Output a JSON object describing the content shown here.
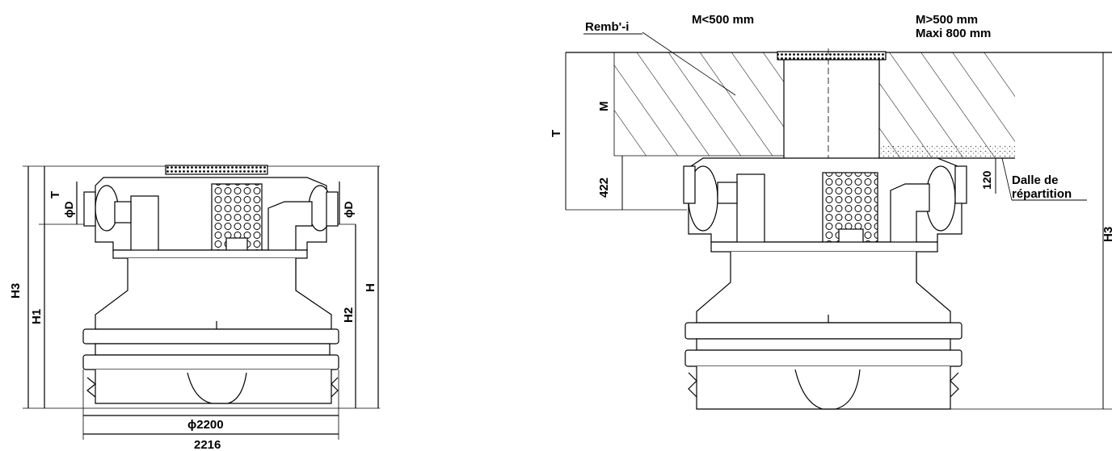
{
  "left_view": {
    "dim_T": "T",
    "dim_phiD_left": "ϕD",
    "dim_phiD_right": "ϕD",
    "dim_H3": "H3",
    "dim_H1": "H1",
    "dim_H2": "H2",
    "dim_H": "H",
    "dim_diameter": "ϕ2200",
    "dim_width": "2216"
  },
  "right_view": {
    "label_remblai": "Remb'-i",
    "label_m_small": "M<500 mm",
    "label_m_large_1": "M>500 mm",
    "label_m_large_2": "Maxi 800 mm",
    "dim_T": "T",
    "dim_M": "M",
    "dim_422": "422",
    "dim_120": "120",
    "label_dalle_1": "Dalle de",
    "label_dalle_2": "répartition",
    "dim_H3_edge": "H3"
  }
}
